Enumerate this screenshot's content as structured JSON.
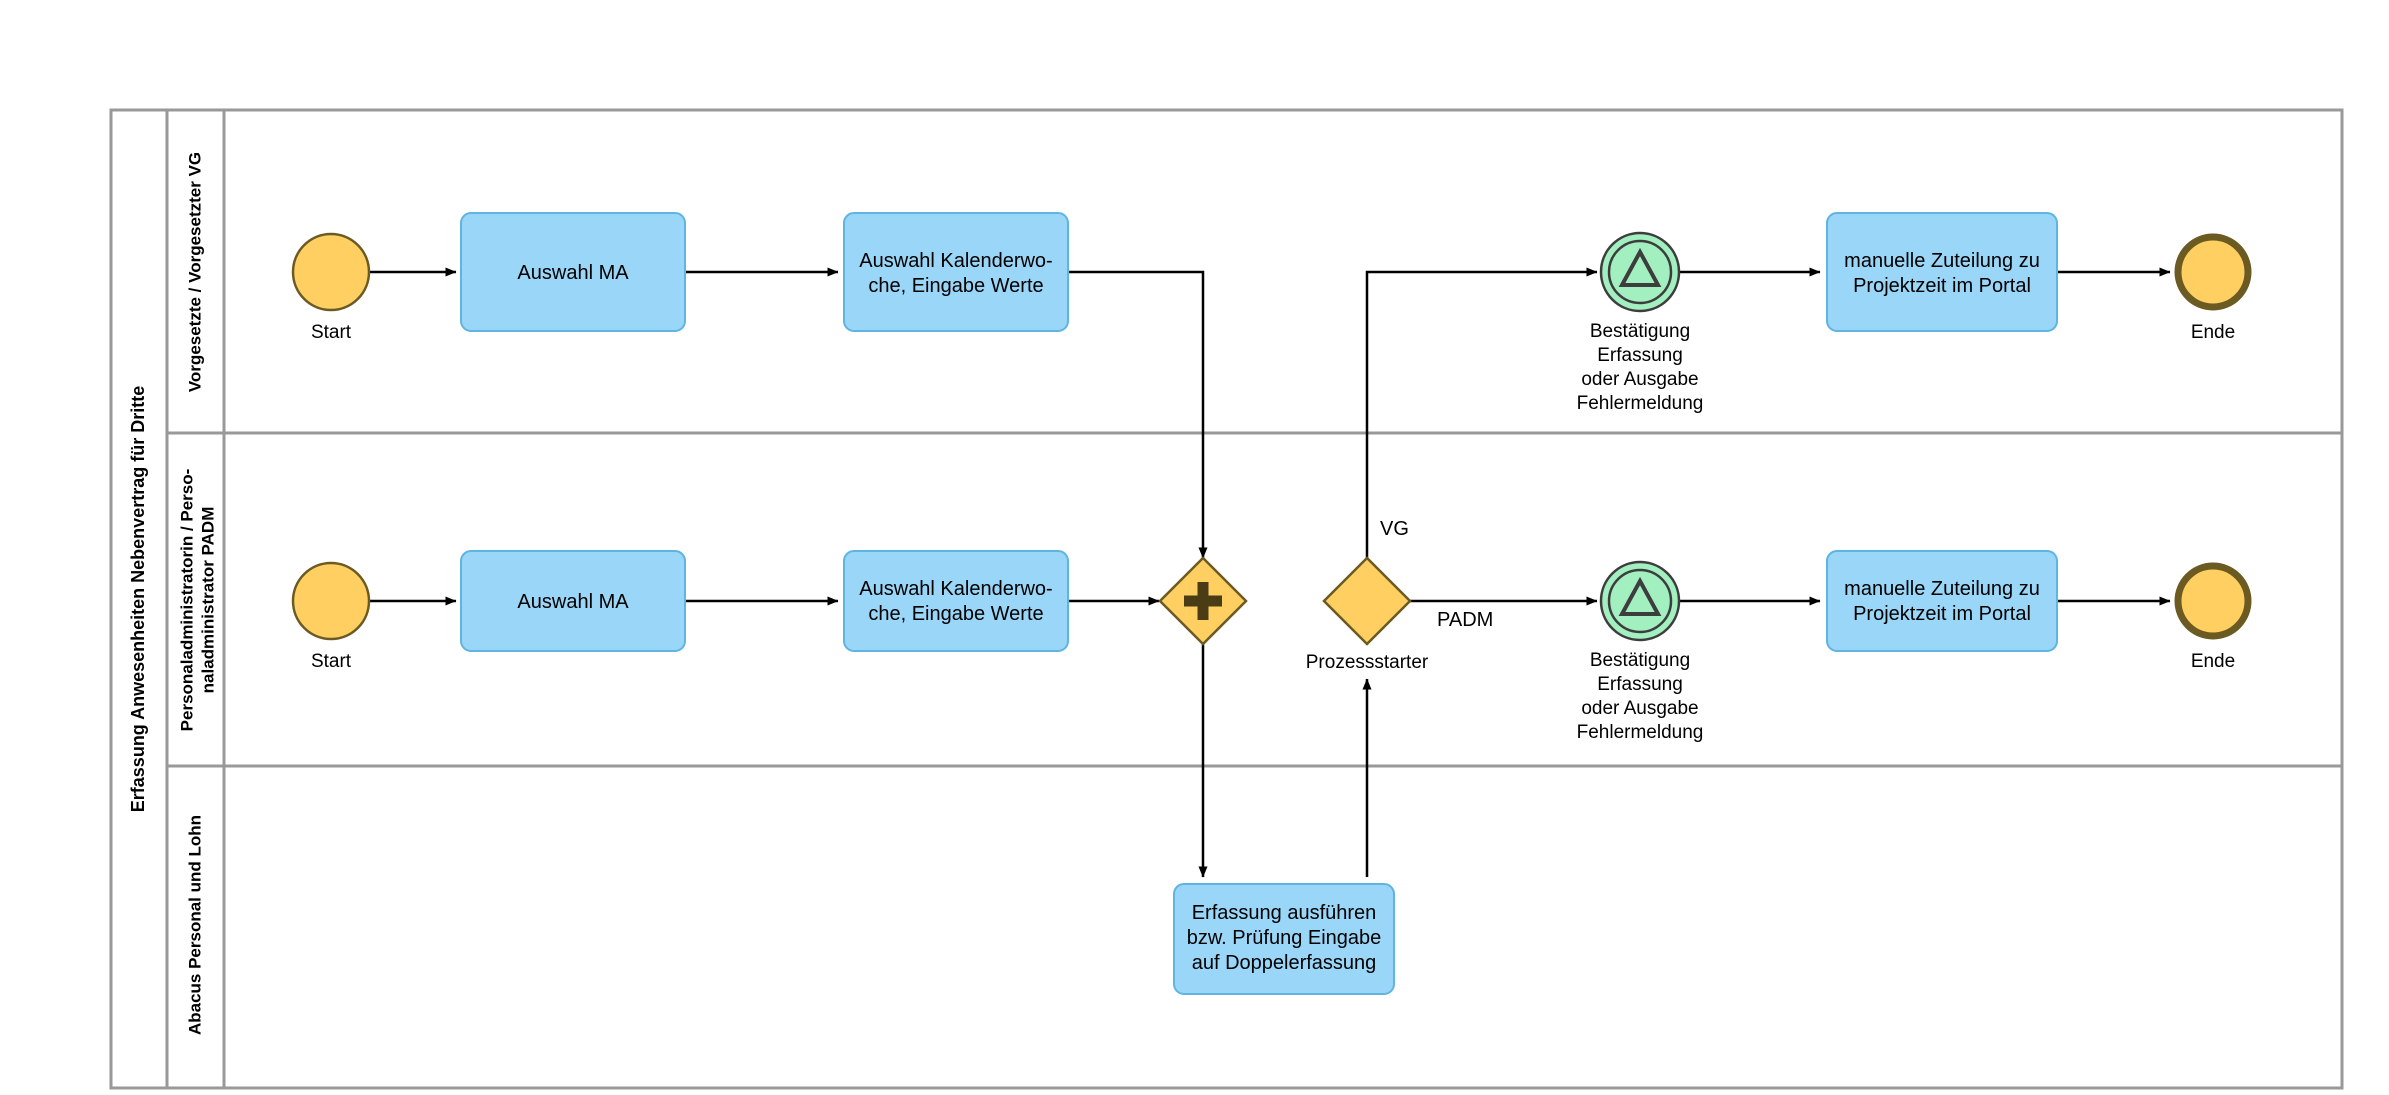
{
  "diagram": {
    "type": "bpmn-collaboration-diagram",
    "pool": {
      "title": "Erfassung Anwesenheiten Nebenvertrag für Dritte"
    },
    "lanes": [
      {
        "id": "lane-vg",
        "title_lines": [
          "Vorgesetzte / Vorgesetzter VG"
        ]
      },
      {
        "id": "lane-padm",
        "title_lines": [
          "Personaladministratorin / Perso-",
          "naladministrator PADM"
        ]
      },
      {
        "id": "lane-abacus",
        "title_lines": [
          "Abacus Personal und Lohn"
        ]
      }
    ],
    "colors": {
      "task_fill": "#99d6f8",
      "task_stroke": "#5fb4e0",
      "event_yellow_fill": "#ffcf62",
      "event_yellow_stroke": "#6b5a21",
      "event_green_fill": "#a2efc0",
      "event_green_stroke": "#3d3d3d",
      "gateway_fill": "#ffcf62",
      "gateway_stroke": "#6b5a21",
      "lane_border": "#999999",
      "flow_stroke": "#000000"
    },
    "nodes": {
      "lane1_start": {
        "label": "Start",
        "kind": "start-event"
      },
      "lane1_task1": {
        "label_lines": [
          "Auswahl MA"
        ],
        "kind": "task"
      },
      "lane1_task2": {
        "label_lines": [
          "Auswahl Kalenderwo-",
          "che, Eingabe Werte"
        ],
        "kind": "task"
      },
      "lane1_event": {
        "label_lines": [
          "Bestätigung",
          "Erfassung",
          "oder Ausgabe",
          "Fehlermeldung"
        ],
        "kind": "intermediate-event"
      },
      "lane1_task3": {
        "label_lines": [
          "manuelle Zuteilung zu",
          "Projektzeit im Portal"
        ],
        "kind": "task"
      },
      "lane1_end": {
        "label": "Ende",
        "kind": "end-event"
      },
      "lane2_start": {
        "label": "Start",
        "kind": "start-event"
      },
      "lane2_task1": {
        "label_lines": [
          "Auswahl MA"
        ],
        "kind": "task"
      },
      "lane2_task2": {
        "label_lines": [
          "Auswahl Kalenderwo-",
          "che, Eingabe Werte"
        ],
        "kind": "task"
      },
      "lane2_parallel_gateway": {
        "label": "",
        "kind": "parallel-gateway"
      },
      "lane2_exclusive_gateway": {
        "label": "Prozessstarter",
        "kind": "exclusive-gateway"
      },
      "lane2_event": {
        "label_lines": [
          "Bestätigung",
          "Erfassung",
          "oder Ausgabe",
          "Fehlermeldung"
        ],
        "kind": "intermediate-event"
      },
      "lane2_task3": {
        "label_lines": [
          "manuelle Zuteilung zu",
          "Projektzeit im Portal"
        ],
        "kind": "task"
      },
      "lane2_end": {
        "label": "Ende",
        "kind": "end-event"
      },
      "lane3_task1": {
        "label_lines": [
          "Erfassung ausführen",
          "bzw. Prüfung Eingabe",
          "auf Doppelerfassung"
        ],
        "kind": "task"
      }
    },
    "flow_labels": {
      "vg": "VG",
      "padm": "PADM"
    }
  }
}
